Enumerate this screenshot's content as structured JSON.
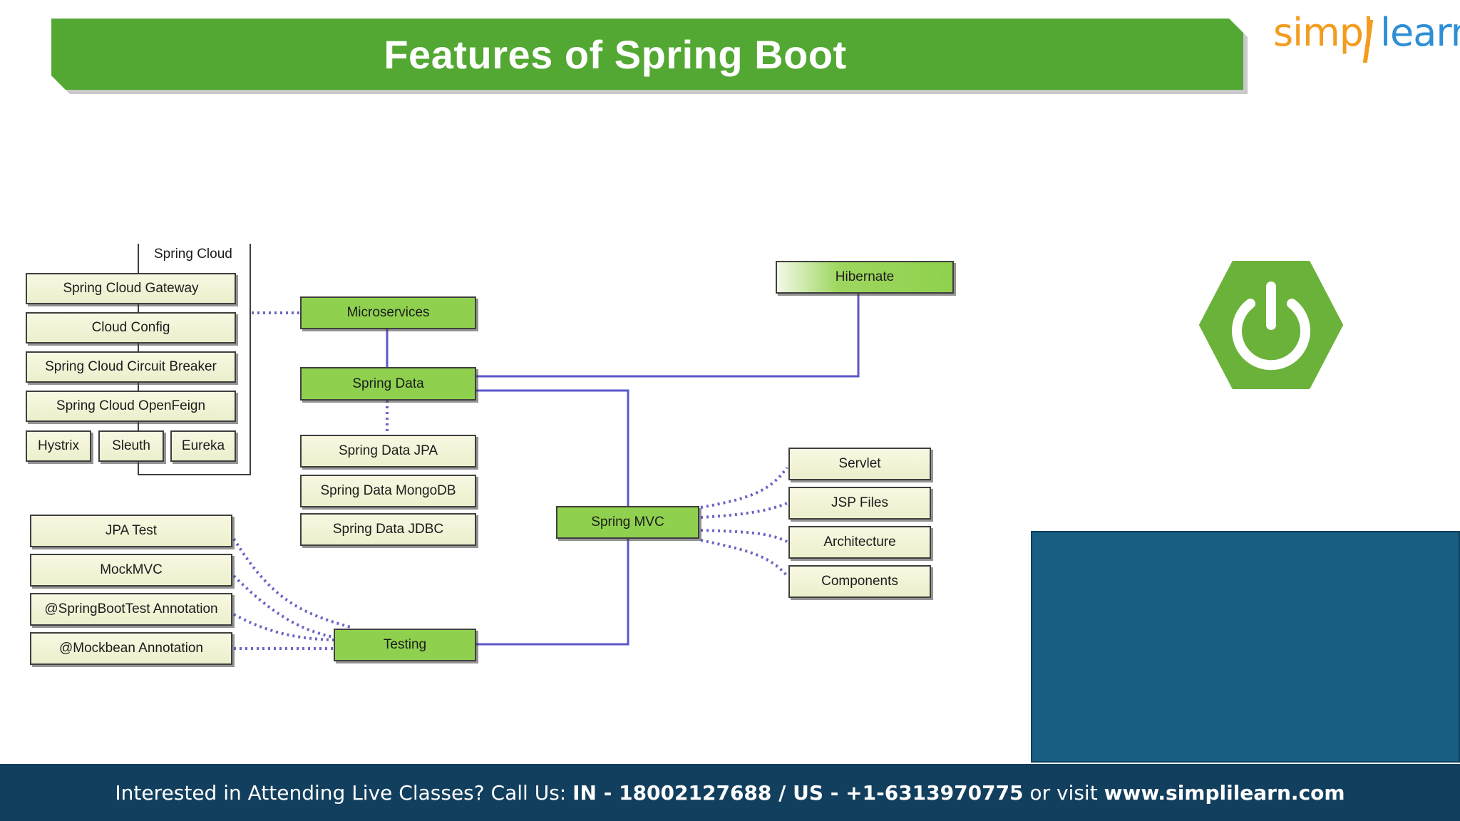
{
  "header": {
    "title": "Features of Spring Boot"
  },
  "logo": {
    "part1": "simpl",
    "part2": "learn"
  },
  "diagram": {
    "spring_cloud_label": "Spring Cloud",
    "spring_cloud_items": [
      "Spring Cloud Gateway",
      "Cloud Config",
      "Spring Cloud Circuit Breaker",
      "Spring Cloud OpenFeign"
    ],
    "spring_cloud_small": [
      "Hystrix",
      "Sleuth",
      "Eureka"
    ],
    "microservices": "Microservices",
    "spring_data": "Spring Data",
    "spring_data_items": [
      "Spring Data JPA",
      "Spring Data MongoDB",
      "Spring Data JDBC"
    ],
    "hibernate": "Hibernate",
    "spring_mvc": "Spring MVC",
    "mvc_items": [
      "Servlet",
      "JSP Files",
      "Architecture",
      "Components"
    ],
    "testing": "Testing",
    "testing_items": [
      "JPA Test",
      "MockMVC",
      "@SpringBootTest Annotation",
      "@Mockbean Annotation"
    ]
  },
  "icon": {
    "spring_boot": "power-icon"
  },
  "footer": {
    "lead": "Interested in Attending Live Classes? Call Us: ",
    "phones": "IN - 18002127688 / US - +1-6313970775",
    "mid": " or visit ",
    "site": "www.simplilearn.com"
  },
  "colors": {
    "banner_green": "#52a832",
    "box_green": "#8fd14f",
    "connector_solid": "#5b57c9",
    "connector_dotted": "#6a66c6",
    "footer_bg": "#123f5e",
    "video_panel": "#175f82",
    "logo_orange": "#f39c1f",
    "logo_blue": "#2d8fd6"
  }
}
